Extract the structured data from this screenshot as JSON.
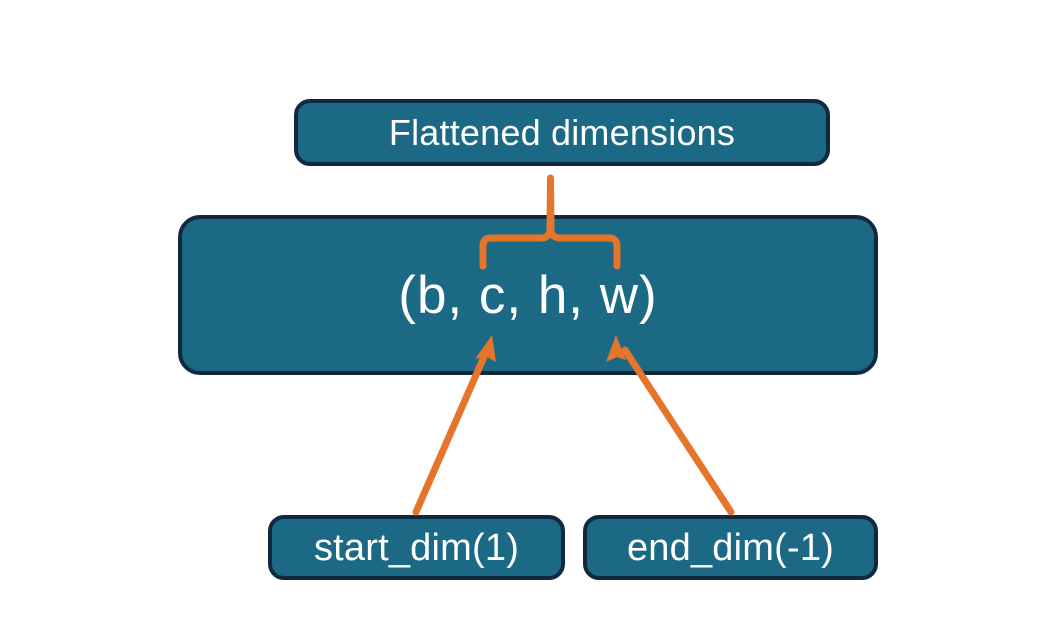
{
  "diagram": {
    "title_text": "Flattened dimensions",
    "shape_text": "(b, c, h, w)",
    "start_dim_text": "start_dim(1)",
    "end_dim_text": "end_dim(-1)",
    "colors": {
      "background": "#ffffff",
      "node_fill": "#1b6985",
      "node_border": "#11293f",
      "node_text": "#ffffff",
      "connector": "#e5752b"
    },
    "nodes": [
      {
        "id": "flattened-dimensions",
        "label": "Flattened dimensions",
        "role": "annotation-top"
      },
      {
        "id": "tensor-shape",
        "label": "(b, c, h, w)",
        "role": "main-shape"
      },
      {
        "id": "start-dim",
        "label": "start_dim(1)",
        "role": "argument"
      },
      {
        "id": "end-dim",
        "label": "end_dim(-1)",
        "role": "argument"
      }
    ],
    "connectors": [
      {
        "id": "brace",
        "kind": "curly-brace-up",
        "from": "tensor-shape.c..w",
        "to": "flattened-dimensions"
      },
      {
        "id": "arrow-start-dim",
        "kind": "arrow",
        "from": "start-dim",
        "to": "tensor-shape.c"
      },
      {
        "id": "arrow-end-dim",
        "kind": "arrow",
        "from": "end-dim",
        "to": "tensor-shape.w"
      }
    ]
  }
}
